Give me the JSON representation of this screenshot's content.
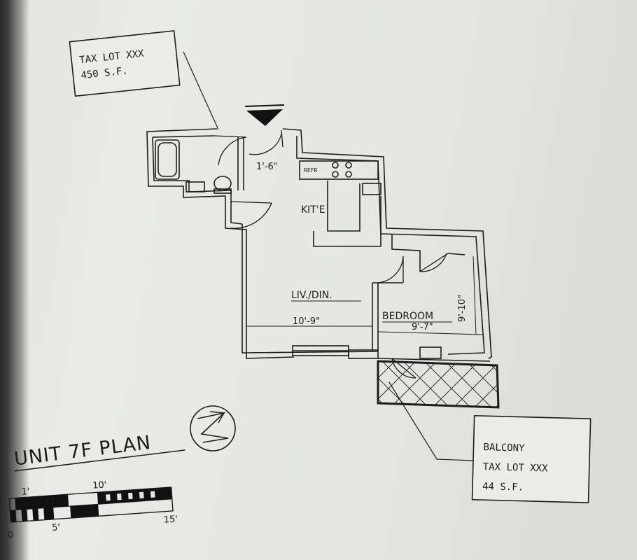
{
  "tax_lot_box": {
    "line1": "TAX LOT XXX",
    "line2": "450 S.F."
  },
  "balcony_box": {
    "line1": "BALCONY",
    "line2": "TAX LOT XXX",
    "line3": "44 S.F."
  },
  "rooms": {
    "kitchen": "KIT'E",
    "living": "LIV./DIN.",
    "bedroom": "BEDROOM"
  },
  "fixtures": {
    "fridge": "REFR"
  },
  "dimensions": {
    "entry": "1'-6\"",
    "living_width": "10'-9\"",
    "bedroom_width": "9'-7\"",
    "bedroom_depth": "9'-10\""
  },
  "plan_title": "UNIT 7F PLAN",
  "scale_bar": {
    "labels": [
      "0",
      "1'",
      "5'",
      "10'",
      "15'"
    ]
  },
  "icons": [
    "entry-arrow-icon",
    "north-arrow-icon"
  ],
  "colors": {
    "ink": "#1c1c1c",
    "paper": "#e6e7e3"
  }
}
